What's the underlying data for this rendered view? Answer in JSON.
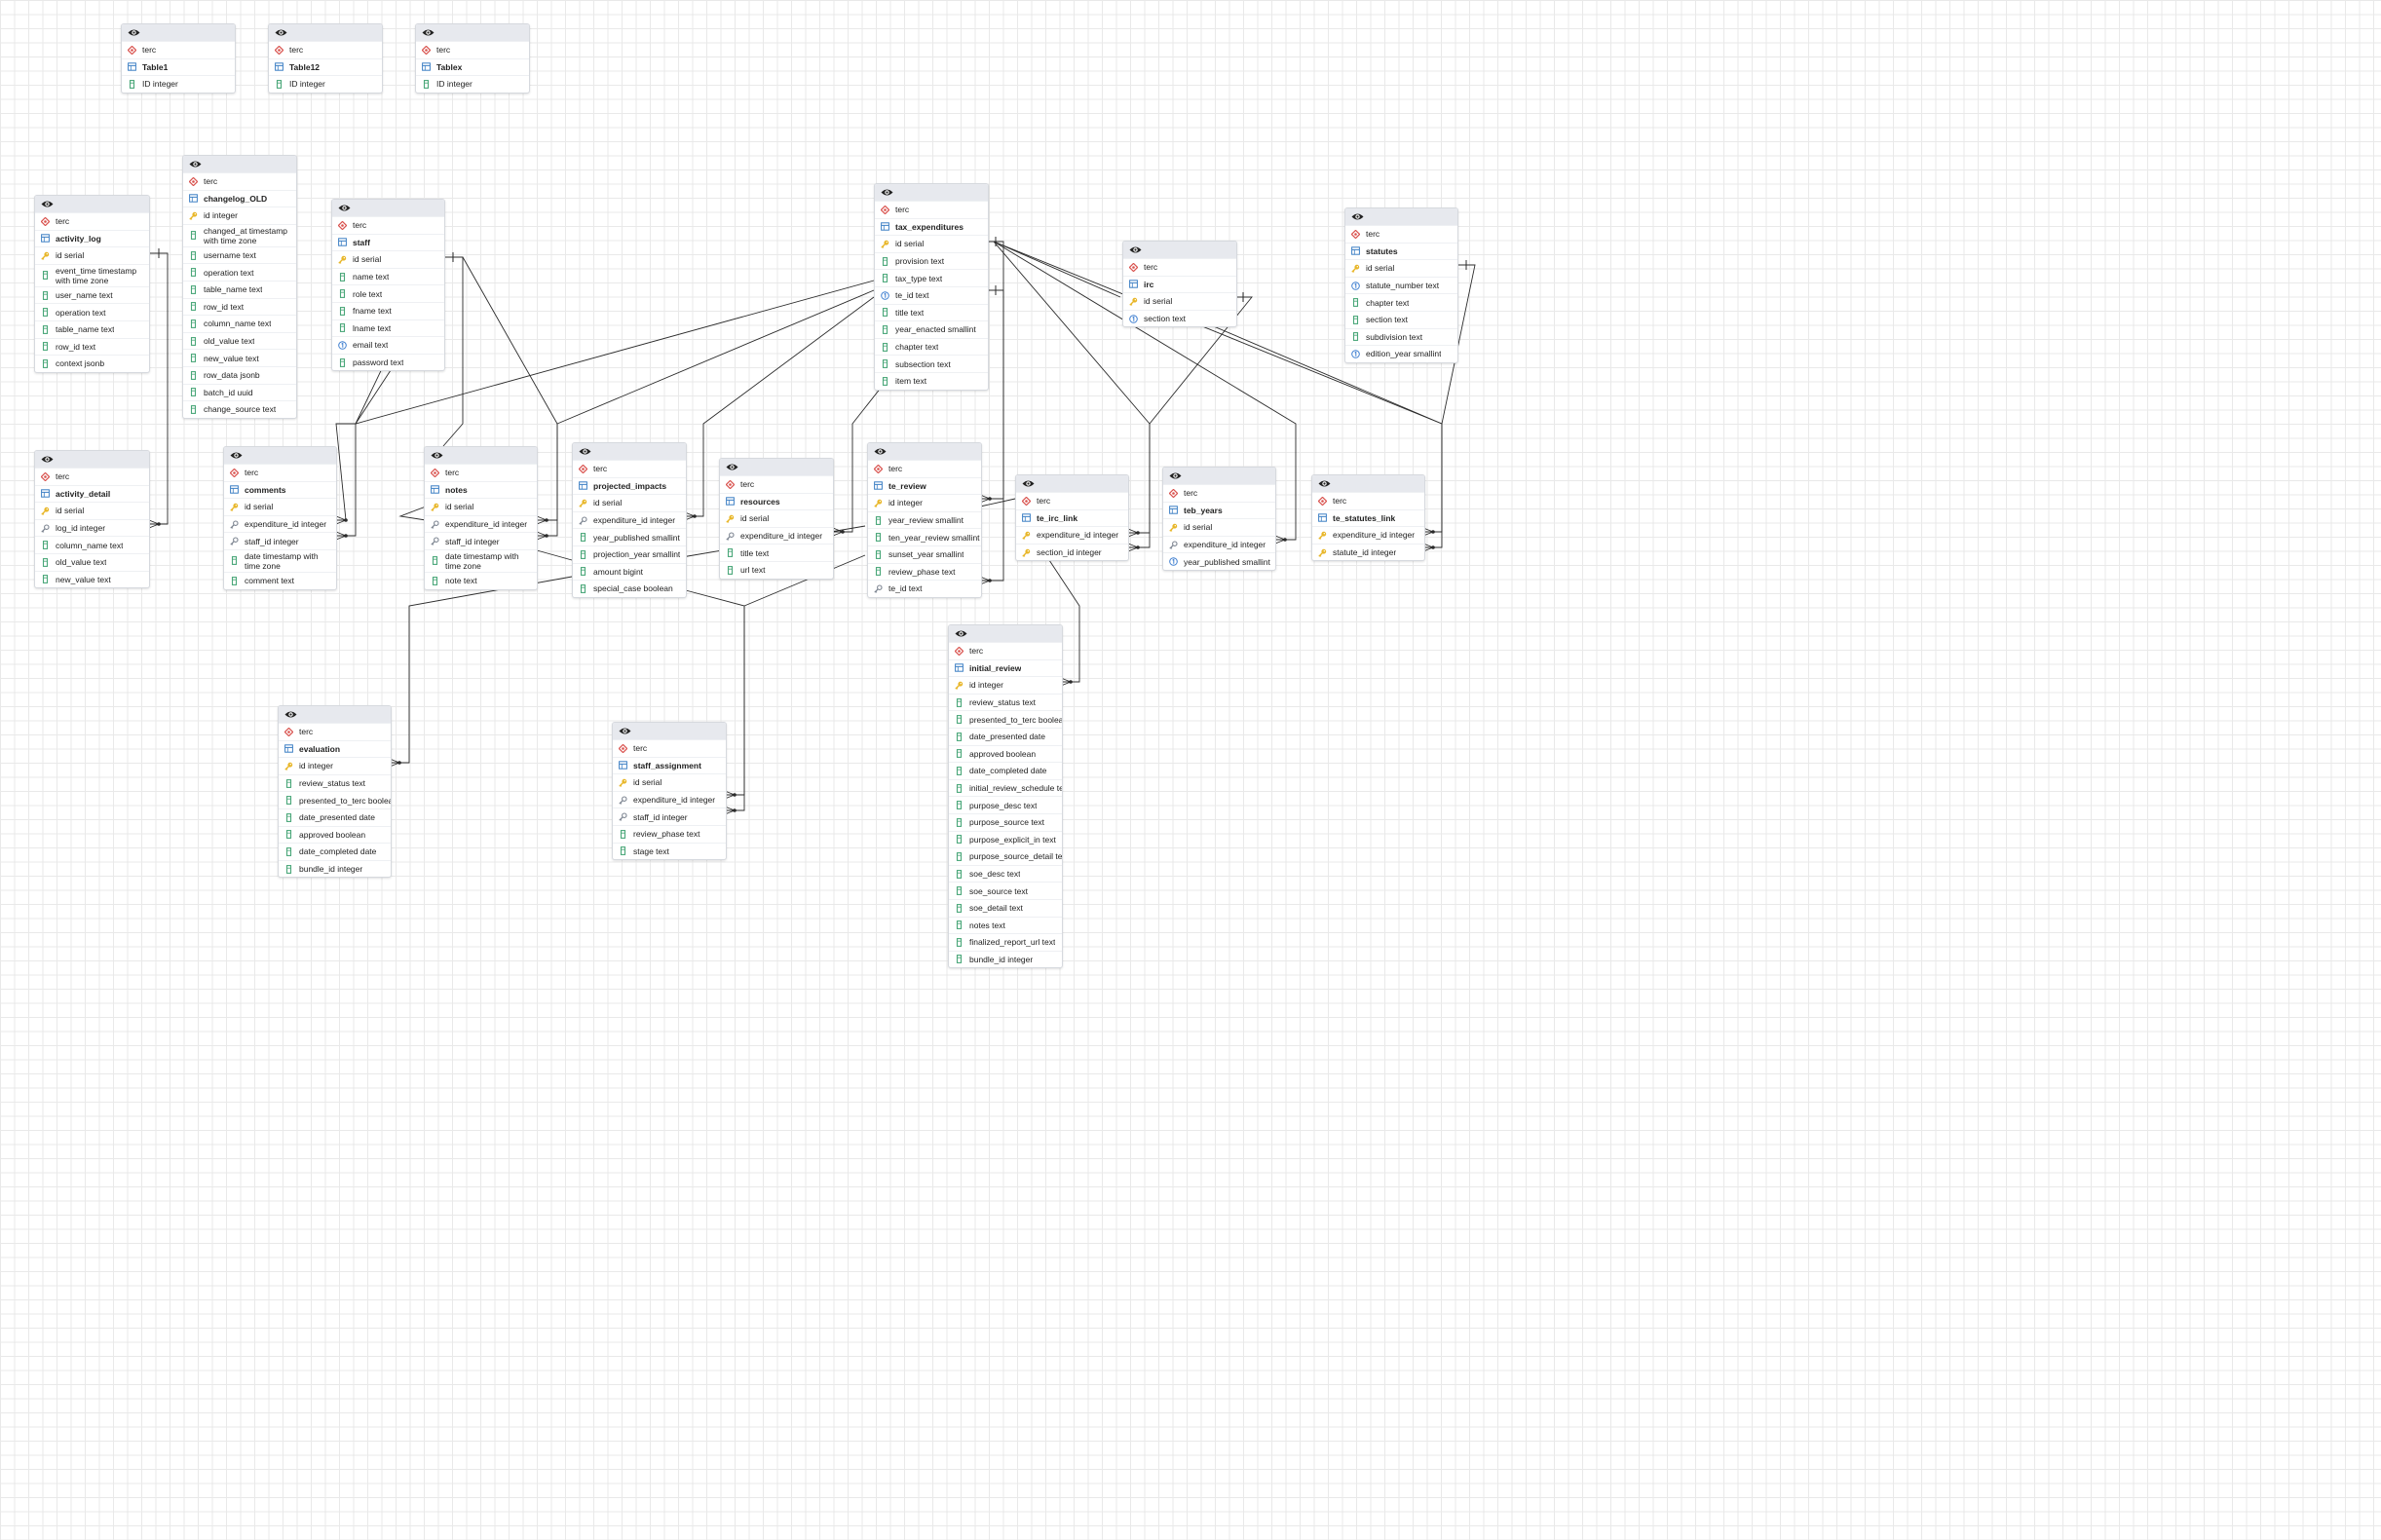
{
  "colors": {
    "schema": "#d9534f",
    "table": "#3d7fc4",
    "pk": "#e8b628",
    "col": "#4aa779",
    "fk": "#7d8591",
    "uniq": "#3f7fd0"
  },
  "tables": [
    {
      "id": "Table1",
      "schema": "terc",
      "name": "Table1",
      "columns": [
        {
          "text": "ID integer",
          "icon": "column-icon"
        }
      ]
    },
    {
      "id": "Table12",
      "schema": "terc",
      "name": "Table12",
      "columns": [
        {
          "text": "ID integer",
          "icon": "column-icon"
        }
      ]
    },
    {
      "id": "Tablex",
      "schema": "terc",
      "name": "Tablex",
      "columns": [
        {
          "text": "ID integer",
          "icon": "column-icon"
        }
      ]
    },
    {
      "id": "changelog_OLD",
      "schema": "terc",
      "name": "changelog_OLD",
      "columns": [
        {
          "text": "id integer",
          "icon": "key-icon"
        },
        {
          "text": "changed_at timestamp with time zone",
          "icon": "column-icon"
        },
        {
          "text": "username text",
          "icon": "column-icon"
        },
        {
          "text": "operation text",
          "icon": "column-icon"
        },
        {
          "text": "table_name text",
          "icon": "column-icon"
        },
        {
          "text": "row_id text",
          "icon": "column-icon"
        },
        {
          "text": "column_name text",
          "icon": "column-icon"
        },
        {
          "text": "old_value text",
          "icon": "column-icon"
        },
        {
          "text": "new_value text",
          "icon": "column-icon"
        },
        {
          "text": "row_data jsonb",
          "icon": "column-icon"
        },
        {
          "text": "batch_id uuid",
          "icon": "column-icon"
        },
        {
          "text": "change_source text",
          "icon": "column-icon"
        }
      ]
    },
    {
      "id": "activity_log",
      "schema": "terc",
      "name": "activity_log",
      "columns": [
        {
          "text": "id serial",
          "icon": "key-icon"
        },
        {
          "text": "event_time timestamp with time zone",
          "icon": "column-icon"
        },
        {
          "text": "user_name text",
          "icon": "column-icon"
        },
        {
          "text": "operation text",
          "icon": "column-icon"
        },
        {
          "text": "table_name text",
          "icon": "column-icon"
        },
        {
          "text": "row_id text",
          "icon": "column-icon"
        },
        {
          "text": "context jsonb",
          "icon": "column-icon"
        }
      ]
    },
    {
      "id": "staff",
      "schema": "terc",
      "name": "staff",
      "columns": [
        {
          "text": "id serial",
          "icon": "key-icon"
        },
        {
          "text": "name text",
          "icon": "column-icon"
        },
        {
          "text": "role text",
          "icon": "column-icon"
        },
        {
          "text": "fname text",
          "icon": "column-icon"
        },
        {
          "text": "lname text",
          "icon": "column-icon"
        },
        {
          "text": "email text",
          "icon": "unique-icon"
        },
        {
          "text": "password text",
          "icon": "column-icon"
        }
      ]
    },
    {
      "id": "tax_expenditures",
      "schema": "terc",
      "name": "tax_expenditures",
      "columns": [
        {
          "text": "id serial",
          "icon": "key-icon"
        },
        {
          "text": "provision text",
          "icon": "column-icon"
        },
        {
          "text": "tax_type text",
          "icon": "column-icon"
        },
        {
          "text": "te_id text",
          "icon": "unique-icon"
        },
        {
          "text": "title text",
          "icon": "column-icon"
        },
        {
          "text": "year_enacted smallint",
          "icon": "column-icon"
        },
        {
          "text": "chapter text",
          "icon": "column-icon"
        },
        {
          "text": "subsection text",
          "icon": "column-icon"
        },
        {
          "text": "item text",
          "icon": "column-icon"
        }
      ]
    },
    {
      "id": "irc",
      "schema": "terc",
      "name": "irc",
      "columns": [
        {
          "text": "id serial",
          "icon": "key-icon"
        },
        {
          "text": "section text",
          "icon": "unique-icon"
        }
      ]
    },
    {
      "id": "statutes",
      "schema": "terc",
      "name": "statutes",
      "columns": [
        {
          "text": "id serial",
          "icon": "key-icon"
        },
        {
          "text": "statute_number text",
          "icon": "unique-icon"
        },
        {
          "text": "chapter text",
          "icon": "column-icon"
        },
        {
          "text": "section text",
          "icon": "column-icon"
        },
        {
          "text": "subdivision text",
          "icon": "column-icon"
        },
        {
          "text": "edition_year smallint",
          "icon": "unique-icon"
        }
      ]
    },
    {
      "id": "activity_detail",
      "schema": "terc",
      "name": "activity_detail",
      "columns": [
        {
          "text": "id serial",
          "icon": "key-icon"
        },
        {
          "text": "log_id integer",
          "icon": "fk-icon"
        },
        {
          "text": "column_name text",
          "icon": "column-icon"
        },
        {
          "text": "old_value text",
          "icon": "column-icon"
        },
        {
          "text": "new_value text",
          "icon": "column-icon"
        }
      ]
    },
    {
      "id": "comments",
      "schema": "terc",
      "name": "comments",
      "columns": [
        {
          "text": "id serial",
          "icon": "key-icon"
        },
        {
          "text": "expenditure_id integer",
          "icon": "fk-icon"
        },
        {
          "text": "staff_id integer",
          "icon": "fk-icon"
        },
        {
          "text": "date timestamp with time zone",
          "icon": "column-icon"
        },
        {
          "text": "comment text",
          "icon": "column-icon"
        }
      ]
    },
    {
      "id": "notes",
      "schema": "terc",
      "name": "notes",
      "columns": [
        {
          "text": "id serial",
          "icon": "key-icon"
        },
        {
          "text": "expenditure_id integer",
          "icon": "fk-icon"
        },
        {
          "text": "staff_id integer",
          "icon": "fk-icon"
        },
        {
          "text": "date timestamp with time zone",
          "icon": "column-icon"
        },
        {
          "text": "note text",
          "icon": "column-icon"
        }
      ]
    },
    {
      "id": "projected_impacts",
      "schema": "terc",
      "name": "projected_impacts",
      "columns": [
        {
          "text": "id serial",
          "icon": "key-icon"
        },
        {
          "text": "expenditure_id integer",
          "icon": "fk-icon"
        },
        {
          "text": "year_published smallint",
          "icon": "column-icon"
        },
        {
          "text": "projection_year smallint",
          "icon": "column-icon"
        },
        {
          "text": "amount bigint",
          "icon": "column-icon"
        },
        {
          "text": "special_case boolean",
          "icon": "column-icon"
        }
      ]
    },
    {
      "id": "resources",
      "schema": "terc",
      "name": "resources",
      "columns": [
        {
          "text": "id serial",
          "icon": "key-icon"
        },
        {
          "text": "expenditure_id integer",
          "icon": "fk-icon"
        },
        {
          "text": "title text",
          "icon": "column-icon"
        },
        {
          "text": "url text",
          "icon": "column-icon"
        }
      ]
    },
    {
      "id": "te_review",
      "schema": "terc",
      "name": "te_review",
      "columns": [
        {
          "text": "id integer",
          "icon": "key-icon"
        },
        {
          "text": "year_review smallint",
          "icon": "column-icon"
        },
        {
          "text": "ten_year_review smallint",
          "icon": "column-icon"
        },
        {
          "text": "sunset_year smallint",
          "icon": "column-icon"
        },
        {
          "text": "review_phase text",
          "icon": "column-icon"
        },
        {
          "text": "te_id text",
          "icon": "fk-icon"
        }
      ]
    },
    {
      "id": "te_irc_link",
      "schema": "terc",
      "name": "te_irc_link",
      "columns": [
        {
          "text": "expenditure_id integer",
          "icon": "key-icon"
        },
        {
          "text": "section_id integer",
          "icon": "key-icon"
        }
      ]
    },
    {
      "id": "teb_years",
      "schema": "terc",
      "name": "teb_years",
      "columns": [
        {
          "text": "id serial",
          "icon": "key-icon"
        },
        {
          "text": "expenditure_id integer",
          "icon": "fk-icon"
        },
        {
          "text": "year_published smallint",
          "icon": "unique-icon"
        }
      ]
    },
    {
      "id": "te_statutes_link",
      "schema": "terc",
      "name": "te_statutes_link",
      "columns": [
        {
          "text": "expenditure_id integer",
          "icon": "key-icon"
        },
        {
          "text": "statute_id integer",
          "icon": "key-icon"
        }
      ]
    },
    {
      "id": "initial_review",
      "schema": "terc",
      "name": "initial_review",
      "columns": [
        {
          "text": "id integer",
          "icon": "key-icon"
        },
        {
          "text": "review_status text",
          "icon": "column-icon"
        },
        {
          "text": "presented_to_terc boolean",
          "icon": "column-icon"
        },
        {
          "text": "date_presented date",
          "icon": "column-icon"
        },
        {
          "text": "approved boolean",
          "icon": "column-icon"
        },
        {
          "text": "date_completed date",
          "icon": "column-icon"
        },
        {
          "text": "initial_review_schedule text",
          "icon": "column-icon"
        },
        {
          "text": "purpose_desc text",
          "icon": "column-icon"
        },
        {
          "text": "purpose_source text",
          "icon": "column-icon"
        },
        {
          "text": "purpose_explicit_in text",
          "icon": "column-icon"
        },
        {
          "text": "purpose_source_detail text",
          "icon": "column-icon"
        },
        {
          "text": "soe_desc text",
          "icon": "column-icon"
        },
        {
          "text": "soe_source text",
          "icon": "column-icon"
        },
        {
          "text": "soe_detail text",
          "icon": "column-icon"
        },
        {
          "text": "notes text",
          "icon": "column-icon"
        },
        {
          "text": "finalized_report_url text",
          "icon": "column-icon"
        },
        {
          "text": "bundle_id integer",
          "icon": "column-icon"
        }
      ]
    },
    {
      "id": "evaluation",
      "schema": "terc",
      "name": "evaluation",
      "columns": [
        {
          "text": "id integer",
          "icon": "key-icon"
        },
        {
          "text": "review_status text",
          "icon": "column-icon"
        },
        {
          "text": "presented_to_terc boolean",
          "icon": "column-icon"
        },
        {
          "text": "date_presented date",
          "icon": "column-icon"
        },
        {
          "text": "approved boolean",
          "icon": "column-icon"
        },
        {
          "text": "date_completed date",
          "icon": "column-icon"
        },
        {
          "text": "bundle_id integer",
          "icon": "column-icon"
        }
      ]
    },
    {
      "id": "staff_assignment",
      "schema": "terc",
      "name": "staff_assignment",
      "columns": [
        {
          "text": "id serial",
          "icon": "key-icon"
        },
        {
          "text": "expenditure_id integer",
          "icon": "fk-icon"
        },
        {
          "text": "staff_id integer",
          "icon": "fk-icon"
        },
        {
          "text": "review_phase text",
          "icon": "column-icon"
        },
        {
          "text": "stage text",
          "icon": "column-icon"
        }
      ]
    }
  ]
}
